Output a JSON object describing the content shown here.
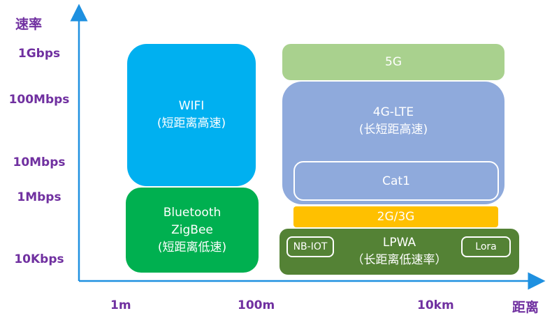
{
  "axes": {
    "y_title": "速率",
    "x_title": "距离",
    "y_ticks": [
      "1Gbps",
      "100Mbps",
      "10Mbps",
      "1Mbps",
      "10Kbps"
    ],
    "x_ticks": [
      "1m",
      "100m",
      "10km"
    ]
  },
  "blocks": {
    "wifi": {
      "name": "WIFI",
      "desc": "(短距离高速)"
    },
    "bluetooth": {
      "line1": "Bluetooth",
      "line2": "ZigBee",
      "desc": "(短距离低速)"
    },
    "g5": {
      "name": "5G"
    },
    "lte": {
      "name": "4G-LTE",
      "desc": "(长短距高速)"
    },
    "cat1": {
      "name": "Cat1"
    },
    "g23": {
      "name": "2G/3G"
    },
    "lpwa": {
      "name": "LPWA",
      "desc": "（长距离低速率）",
      "tag_left": "NB-IOT",
      "tag_right": "Lora"
    }
  },
  "colors": {
    "axis": "#1e90e0",
    "label": "#7030a0",
    "wifi": "#00b0f0",
    "bluetooth": "#00b050",
    "g5": "#a9d18e",
    "lte": "#8faadc",
    "g23": "#ffc000",
    "lpwa": "#548235"
  }
}
